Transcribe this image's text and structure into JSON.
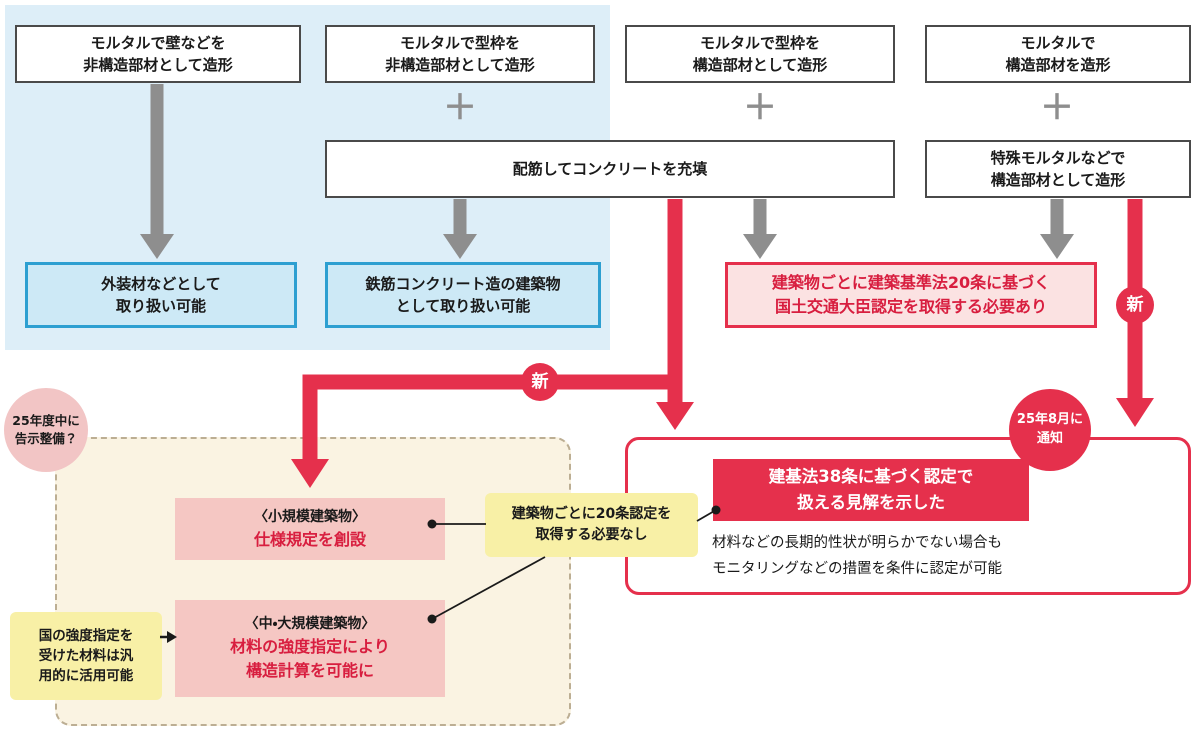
{
  "colors": {
    "accent_red": "#e5304c",
    "red_text": "#d81e3f",
    "blue_border": "#2d9fd1",
    "blue_fill": "#cde9f6",
    "light_blue_bg": "#ddeef8",
    "pink_fill": "#f5c7c3",
    "pink_result_fill": "#fbe2e2",
    "yellow_fill": "#f8f0a6",
    "cream_fill": "#faf3e2",
    "gray_arrow": "#8e8e8e"
  },
  "top_row": {
    "plus": "＋",
    "wall_nonstructural": {
      "line1": "モルタルで壁などを",
      "line2": "非構造部材として造形"
    },
    "formwork_nonstructural": {
      "line1": "モルタルで型枠を",
      "line2": "非構造部材として造形"
    },
    "formwork_structural": {
      "line1": "モルタルで型枠を",
      "line2": "構造部材として造形"
    },
    "structural": {
      "line1": "モルタルで",
      "line2": "構造部材を造形"
    }
  },
  "second_row": {
    "rebar_concrete": "配筋してコンクリートを充填",
    "special_mortar": {
      "line1": "特殊モルタルなどで",
      "line2": "構造部材として造形"
    }
  },
  "outcomes": {
    "exterior": {
      "line1": "外装材などとして",
      "line2": "取り扱い可能"
    },
    "rc_building": {
      "line1": "鉄筋コンクリート造の建築物",
      "line2": "として取り扱い可能"
    },
    "minister_approval": {
      "line1": "建築物ごとに建築基準法20条に基づく",
      "line2": "国土交通大臣認定を取得する必要あり"
    }
  },
  "badges": {
    "new_left": "新",
    "new_right": "新",
    "notice_schedule": {
      "line1": "25年度中に",
      "line2": "告示整備？"
    },
    "notified": {
      "line1": "25年8月に",
      "line2": "通知"
    }
  },
  "bottom_left": {
    "small_scale": {
      "line1": "〈小規模建築物〉",
      "line2": "仕様規定を創設"
    },
    "mid_large_scale": {
      "line1": "〈中・大規模建築物〉",
      "line2": "材料の強度指定により",
      "line3": "構造計算を可能に"
    },
    "no_approval_note": {
      "line1": "建築物ごとに20条認定を",
      "line2": "取得する必要なし"
    },
    "strength_note": {
      "line1": "国の強度指定を",
      "line2": "受けた材料は汎",
      "line3": "用的に活用可能"
    }
  },
  "bottom_right": {
    "article38": {
      "line1": "建基法38条に基づく認定で",
      "line2": "扱える見解を示した"
    },
    "monitoring_note": {
      "line1": "材料などの長期的性状が明らかでない場合も",
      "line2": "モニタリングなどの措置を条件に認定が可能"
    }
  }
}
